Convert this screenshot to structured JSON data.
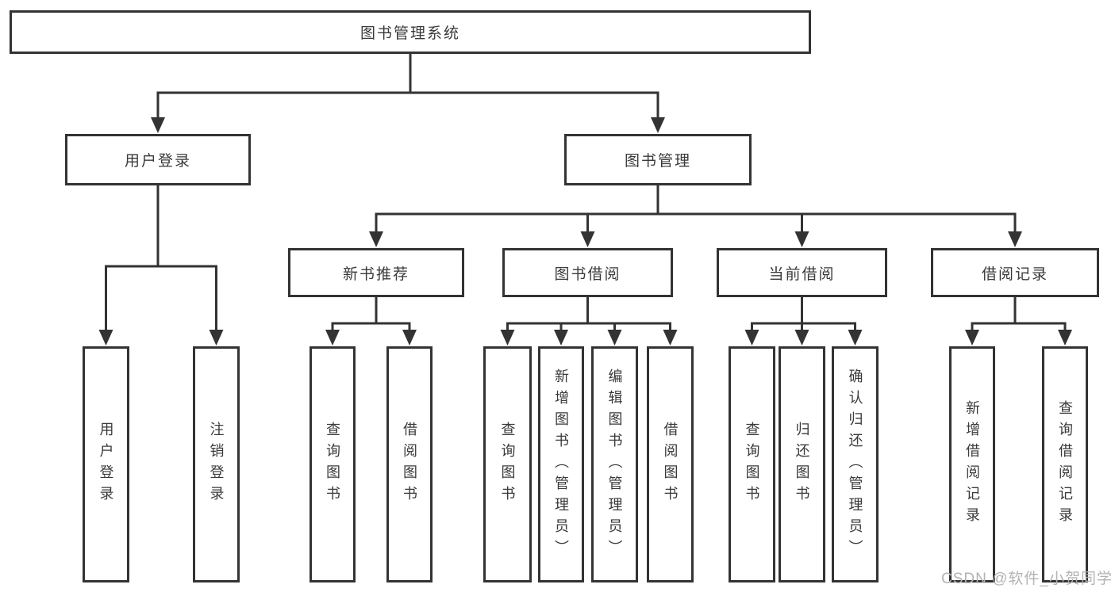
{
  "diagram_title": "图书管理系统",
  "nodes": {
    "root": "图书管理系统",
    "user_login": "用户登录",
    "book_management": "图书管理",
    "new_book_recommend": "新书推荐",
    "book_borrow": "图书借阅",
    "current_borrow": "当前借阅",
    "borrow_records": "借阅记录",
    "login_children": {
      "user_login": "用户登录",
      "logout": "注销登录"
    },
    "recommend_children": {
      "query_books": "查询图书",
      "borrow_books": "借阅图书"
    },
    "borrow_children": {
      "query_books": "查询图书",
      "add_books_admin": "新增图书（管理员）",
      "edit_books_admin": "编辑图书（管理员）",
      "borrow_books": "借阅图书"
    },
    "current_children": {
      "query_books": "查询图书",
      "return_books": "归还图书",
      "confirm_return_admin": "确认归还（管理员）"
    },
    "records_children": {
      "add_record": "新增借阅记录",
      "query_record": "查询借阅记录"
    }
  },
  "hierarchy": {
    "图书管理系统": {
      "用户登录": [
        "用户登录",
        "注销登录"
      ],
      "图书管理": {
        "新书推荐": [
          "查询图书",
          "借阅图书"
        ],
        "图书借阅": [
          "查询图书",
          "新增图书（管理员）",
          "编辑图书（管理员）",
          "借阅图书"
        ],
        "当前借阅": [
          "查询图书",
          "归还图书",
          "确认归还（管理员）"
        ],
        "借阅记录": [
          "新增借阅记录",
          "查询借阅记录"
        ]
      }
    }
  },
  "watermark": {
    "text": "CSDN @软件_小贺同学"
  },
  "colors": {
    "box_border": "#333333",
    "connector_line": "#333333",
    "text": "#3a3a3a",
    "watermark": "#b3b3b3",
    "background": "#ffffff"
  }
}
